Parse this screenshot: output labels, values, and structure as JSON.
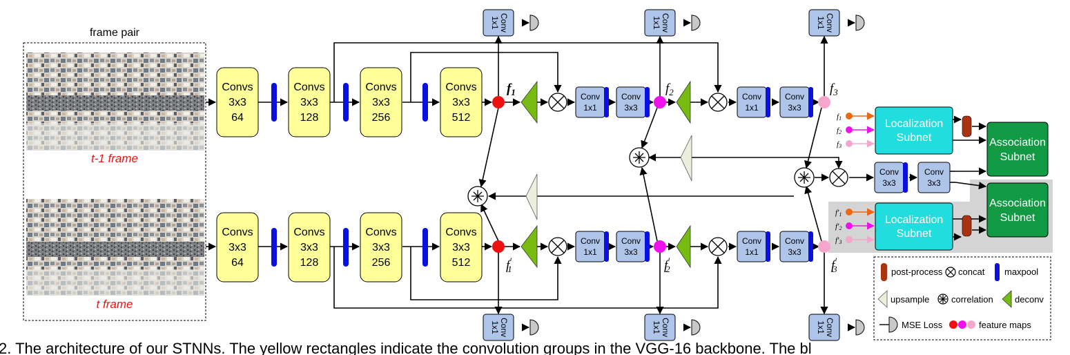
{
  "frame_pair_label": "frame pair",
  "frame_top_caption": "t-1 frame",
  "frame_bottom_caption": "t frame",
  "convs": [
    {
      "l1": "Convs",
      "l2": "3x3",
      "l3": "64"
    },
    {
      "l1": "Convs",
      "l2": "3x3",
      "l3": "128"
    },
    {
      "l1": "Convs",
      "l2": "3x3",
      "l3": "256"
    },
    {
      "l1": "Convs",
      "l2": "3x3",
      "l3": "512"
    }
  ],
  "conv1x1": {
    "l1": "Conv",
    "l2": "1x1"
  },
  "conv3x3": {
    "l1": "Conv",
    "l2": "3x3"
  },
  "feature_labels": {
    "f1": "f",
    "f1_sub": "1",
    "f2": "f",
    "f2_sub": "2",
    "f3": "f",
    "f3_sub": "3",
    "f1p": "f",
    "f1p_sub": "1",
    "f2p": "f",
    "f2p_sub": "2",
    "f3p": "f",
    "f3p_sub": "3",
    "prime": "′"
  },
  "localization_subnet": "Localization\nSubnet",
  "localization_l1": "Localization",
  "localization_l2": "Subnet",
  "association_l1": "Association",
  "association_l2": "Subnet",
  "legend": {
    "post_process": "post-process",
    "concat": "concat",
    "maxpool": "maxpool",
    "upsample": "upsample",
    "correlation": "correlation",
    "deconv": "deconv",
    "mse_loss": "MSE Loss",
    "feature_maps": "feature maps"
  },
  "caption_fragment": "2. The architecture of our STNNs. The yellow rectangles indicate the convolution groups in the VGG-16 backbone. The bl",
  "colors": {
    "yellow": "#ffff99",
    "blue_box": "#aec4e8",
    "maxpool": "#0a10e0",
    "red": "#ee1111",
    "magenta": "#ee11ee",
    "pink": "#f4a6cc",
    "deconv": "#77bb11",
    "upsample": "#eeeedd",
    "localization": "#22dddd",
    "association": "#119944",
    "postprocess": "#aa3311",
    "gray_bg": "#d4d4d4",
    "orange": "#ee6611"
  }
}
